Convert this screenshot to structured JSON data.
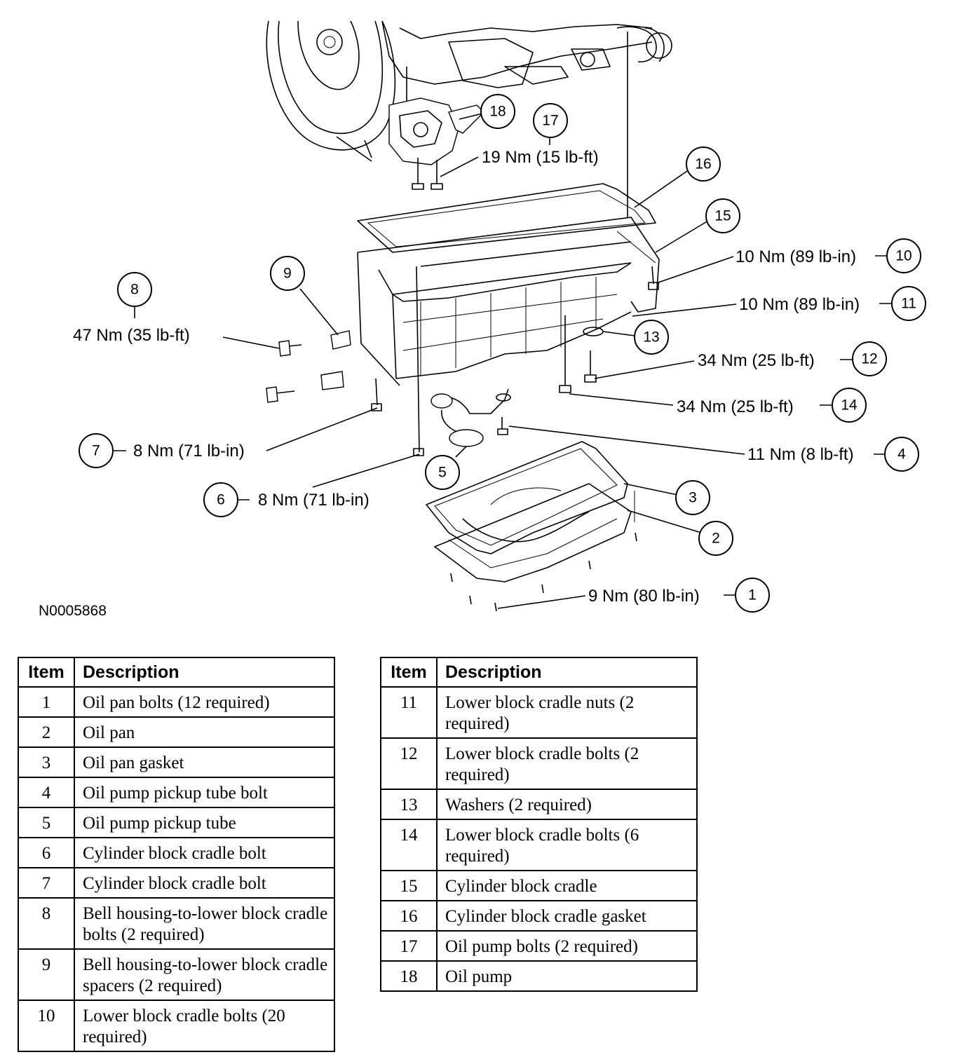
{
  "figure_id": "N0005868",
  "callouts": [
    {
      "num": "1",
      "torque": "9 Nm (80 lb-in)"
    },
    {
      "num": "2",
      "torque": ""
    },
    {
      "num": "3",
      "torque": ""
    },
    {
      "num": "4",
      "torque": "11 Nm (8 lb-ft)"
    },
    {
      "num": "5",
      "torque": ""
    },
    {
      "num": "6",
      "torque": "8 Nm (71 lb-in)"
    },
    {
      "num": "7",
      "torque": "8 Nm (71 lb-in)"
    },
    {
      "num": "8",
      "torque": "47 Nm (35 lb-ft)"
    },
    {
      "num": "9",
      "torque": ""
    },
    {
      "num": "10",
      "torque": "10 Nm (89 lb-in)"
    },
    {
      "num": "11",
      "torque": "10 Nm (89 lb-in)"
    },
    {
      "num": "12",
      "torque": "34 Nm (25 lb-ft)"
    },
    {
      "num": "13",
      "torque": ""
    },
    {
      "num": "14",
      "torque": "34 Nm (25 lb-ft)"
    },
    {
      "num": "15",
      "torque": ""
    },
    {
      "num": "16",
      "torque": ""
    },
    {
      "num": "17",
      "torque": "19 Nm (15 lb-ft)"
    },
    {
      "num": "18",
      "torque": ""
    }
  ],
  "legend": {
    "header_item": "Item",
    "header_description": "Description",
    "left_rows": [
      {
        "item": "1",
        "description": "Oil pan bolts (12 required)"
      },
      {
        "item": "2",
        "description": "Oil pan"
      },
      {
        "item": "3",
        "description": "Oil pan gasket"
      },
      {
        "item": "4",
        "description": "Oil pump pickup tube bolt"
      },
      {
        "item": "5",
        "description": "Oil pump pickup tube"
      },
      {
        "item": "6",
        "description": "Cylinder block cradle bolt"
      },
      {
        "item": "7",
        "description": "Cylinder block cradle bolt"
      },
      {
        "item": "8",
        "description": "Bell housing-to-lower block cradle bolts (2 required)"
      },
      {
        "item": "9",
        "description": "Bell housing-to-lower block cradle spacers (2 required)"
      },
      {
        "item": "10",
        "description": "Lower block cradle bolts (20 required)"
      }
    ],
    "right_rows": [
      {
        "item": "11",
        "description": "Lower block cradle nuts (2 required)"
      },
      {
        "item": "12",
        "description": "Lower block cradle bolts (2 required)"
      },
      {
        "item": "13",
        "description": "Washers (2 required)"
      },
      {
        "item": "14",
        "description": "Lower block cradle bolts (6 required)"
      },
      {
        "item": "15",
        "description": "Cylinder block cradle"
      },
      {
        "item": "16",
        "description": "Cylinder block cradle gasket"
      },
      {
        "item": "17",
        "description": "Oil pump bolts (2 required)"
      },
      {
        "item": "18",
        "description": "Oil pump"
      }
    ]
  }
}
